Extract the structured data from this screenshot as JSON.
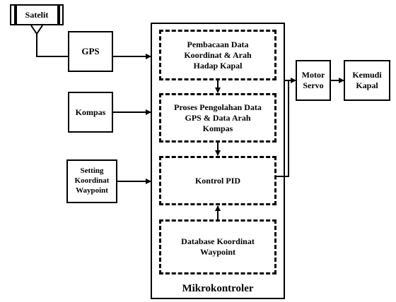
{
  "satellite": {
    "label": "Satelit"
  },
  "gps": {
    "label": "GPS"
  },
  "compass": {
    "label": "Kompas"
  },
  "setting": {
    "label": "Setting\nKoordinat\nWaypoint"
  },
  "controller": {
    "title": "Mikrokontroler",
    "blocks": [
      {
        "label": "Pembacaan Data\nKoordinat & Arah\nHadap Kapal"
      },
      {
        "label": "Proses Pengolahan Data\nGPS & Data Arah\nKompas"
      },
      {
        "label": "Kontrol PID"
      },
      {
        "label": "Database Koordinat\nWaypoint"
      }
    ]
  },
  "servo": {
    "label": "Motor\nServo"
  },
  "rudder": {
    "label": "Kemudi\nKapal"
  }
}
